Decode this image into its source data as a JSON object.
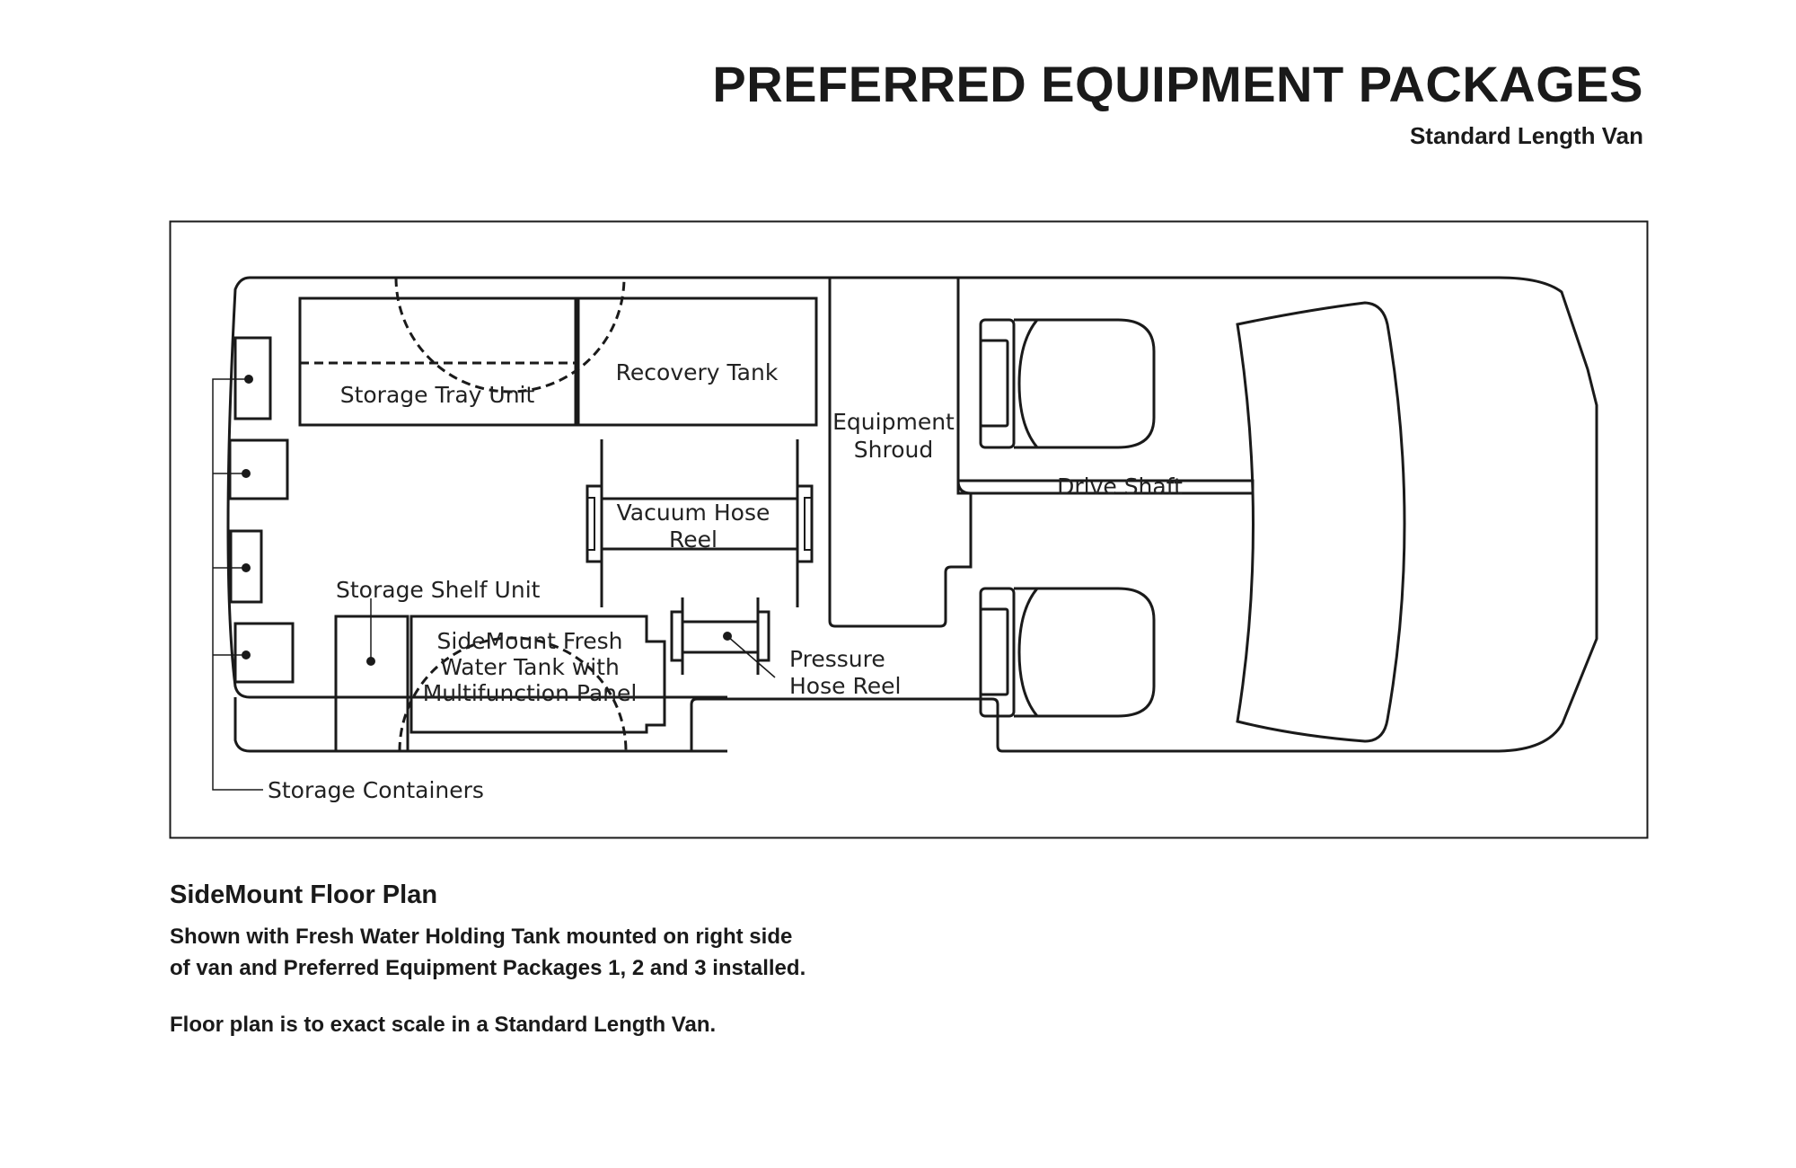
{
  "header": {
    "title": "PREFERRED EQUIPMENT PACKAGES",
    "subtitle": "Standard Length Van"
  },
  "diagram": {
    "labels": {
      "storage_tray_unit": "Storage Tray Unit",
      "recovery_tank": "Recovery Tank",
      "equipment_shroud_1": "Equipment",
      "equipment_shroud_2": "Shroud",
      "drive_shaft": "Drive Shaft",
      "vacuum_hose_reel_1": "Vacuum Hose",
      "vacuum_hose_reel_2": "Reel",
      "storage_shelf_unit": "Storage Shelf Unit",
      "fresh_water_tank_1": "SideMount Fresh",
      "fresh_water_tank_2": "Water Tank with",
      "fresh_water_tank_3": "Multifunction Panel",
      "pressure_hose_reel_1": "Pressure",
      "pressure_hose_reel_2": "Hose Reel",
      "storage_containers": "Storage Containers"
    }
  },
  "caption": {
    "title": "SideMount Floor Plan",
    "line1": "Shown with Fresh Water Holding Tank mounted on right side",
    "line2": "of van and Preferred Equipment Packages 1, 2 and 3 installed.",
    "line3": "Floor plan is to exact scale in a Standard Length Van."
  }
}
